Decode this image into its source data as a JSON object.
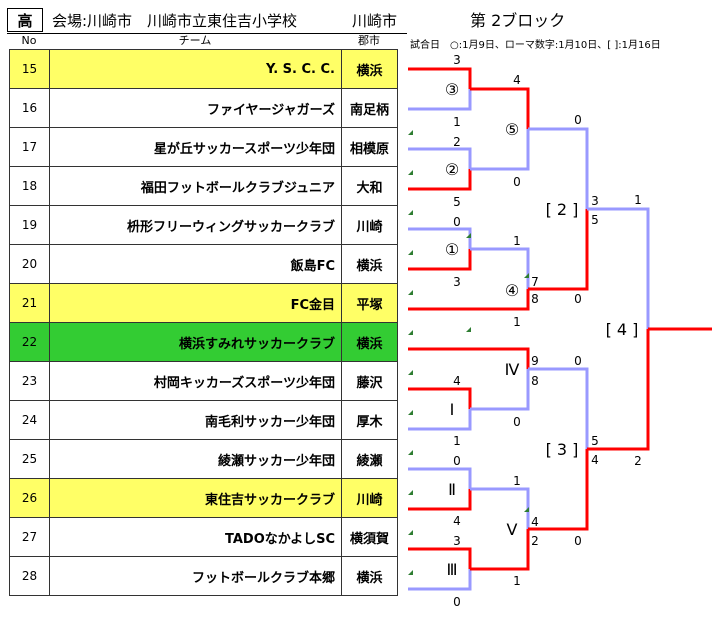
{
  "header": {
    "school": "高",
    "venue": "会場:川崎市　川崎市立東住吉小学校",
    "city": "川崎市",
    "block": "第 2ブロック",
    "legend": "試合日　○:1月9日、ローマ数字:1月10日、[ ]:1月16日"
  },
  "columns": {
    "no": "No",
    "team": "チーム",
    "pref": "郡市"
  },
  "teams": [
    {
      "no": "15",
      "name": "Y. S. C. C.",
      "pref": "横浜",
      "hl": "yellow"
    },
    {
      "no": "16",
      "name": "ファイヤージャガーズ",
      "pref": "南足柄",
      "hl": ""
    },
    {
      "no": "17",
      "name": "星が丘サッカースポーツ少年団",
      "pref": "相模原",
      "hl": ""
    },
    {
      "no": "18",
      "name": "福田フットボールクラブジュニア",
      "pref": "大和",
      "hl": ""
    },
    {
      "no": "19",
      "name": "枡形フリーウィングサッカークラブ",
      "pref": "川崎",
      "hl": ""
    },
    {
      "no": "20",
      "name": "飯島FC",
      "pref": "横浜",
      "hl": ""
    },
    {
      "no": "21",
      "name": "FC金目",
      "pref": "平塚",
      "hl": "yellow"
    },
    {
      "no": "22",
      "name": "横浜すみれサッカークラブ",
      "pref": "横浜",
      "hl": "green"
    },
    {
      "no": "23",
      "name": "村岡キッカーズスポーツ少年団",
      "pref": "藤沢",
      "hl": ""
    },
    {
      "no": "24",
      "name": "南毛利サッカー少年団",
      "pref": "厚木",
      "hl": ""
    },
    {
      "no": "25",
      "name": "綾瀬サッカー少年団",
      "pref": "綾瀬",
      "hl": ""
    },
    {
      "no": "26",
      "name": "東住吉サッカークラブ",
      "pref": "川崎",
      "hl": "yellow"
    },
    {
      "no": "27",
      "name": "TADOなかよしSC",
      "pref": "横須賀",
      "hl": ""
    },
    {
      "no": "28",
      "name": "フットボールクラブ本郷",
      "pref": "横浜",
      "hl": ""
    }
  ],
  "matches": {
    "m3": {
      "label": "③",
      "top": "3",
      "bottom": "1"
    },
    "m2": {
      "label": "②",
      "top": "2",
      "bottom": "5"
    },
    "m1": {
      "label": "①",
      "top": "0",
      "bottom": "3"
    },
    "m5": {
      "label": "⑤",
      "top": "4",
      "bottom": "0"
    },
    "m4": {
      "label": "④",
      "top": "1",
      "bottom": "1",
      "pk_top": "7",
      "pk_bottom": "8"
    },
    "mIV": {
      "label": "Ⅳ",
      "top": "9",
      "bottom": "0",
      "pk_top": "",
      "pk_bottom": "8"
    },
    "mI": {
      "label": "Ⅰ",
      "top": "4",
      "bottom": "1"
    },
    "mII": {
      "label": "Ⅱ",
      "top": "0",
      "bottom": "4"
    },
    "mIII": {
      "label": "Ⅲ",
      "top": "3",
      "bottom": "0"
    },
    "mV": {
      "label": "Ⅴ",
      "top": "1",
      "bottom": "1",
      "pk_top": "4",
      "pk_bottom": "2"
    },
    "q2": {
      "label": "[ 2 ]",
      "top": "0",
      "bottom": "0",
      "pk_top": "3",
      "pk_bottom": "5"
    },
    "q3": {
      "label": "[ 3 ]",
      "top": "0",
      "bottom": "0",
      "pk_top": "5",
      "pk_bottom": "4"
    },
    "f4": {
      "label": "[ 4 ]",
      "top": "1",
      "bottom": "2"
    }
  },
  "colors": {
    "win": "#ff0000",
    "lose": "#9999ff",
    "yellow": "#ffff66",
    "green": "#33cc33",
    "marker": "#2e7d32"
  }
}
